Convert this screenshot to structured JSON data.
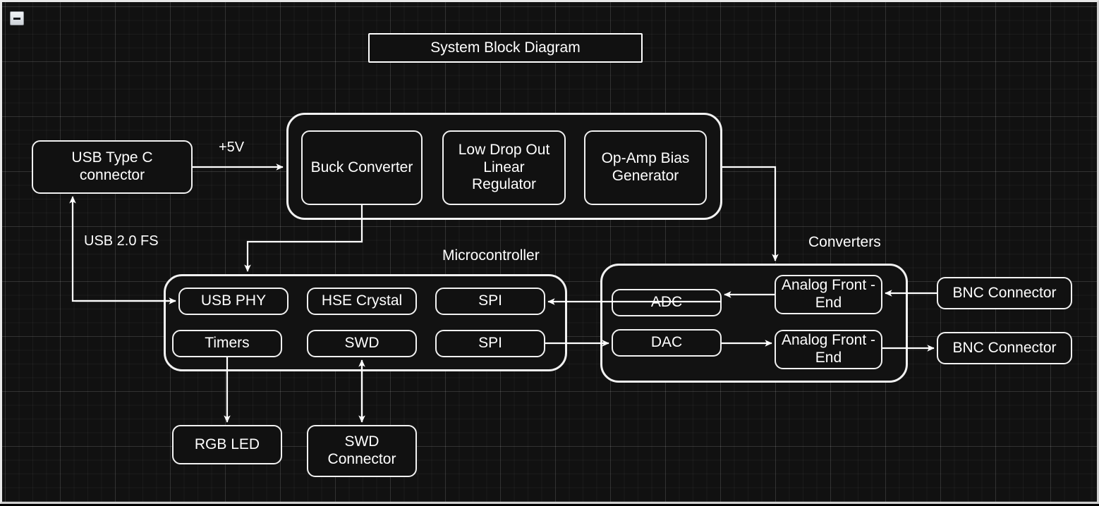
{
  "window": {
    "collapse_button": "minus-icon"
  },
  "diagram": {
    "title": "System Block Diagram",
    "groups": [
      {
        "id": "power",
        "label": ""
      },
      {
        "id": "microcontroller",
        "label": "Microcontroller"
      },
      {
        "id": "converters",
        "label": "Converters"
      }
    ],
    "nodes": {
      "usb_type_c": "USB Type C\nconnector",
      "buck_converter": "Buck Converter",
      "ldo": "Low Drop Out\nLinear\nRegulator",
      "opamp_bias": "Op-Amp Bias\nGenerator",
      "usb_phy": "USB  PHY",
      "hse_crystal": "HSE Crystal",
      "spi_top": "SPI",
      "timers": "Timers",
      "swd": "SWD",
      "spi_bottom": "SPI",
      "adc": "ADC",
      "dac": "DAC",
      "afe_top": "Analog Front -\nEnd",
      "afe_bottom": "Analog Front -\nEnd",
      "bnc_top": "BNC Connector",
      "bnc_bottom": "BNC Connector",
      "rgb_led": "RGB LED",
      "swd_connector": "SWD\nConnector"
    },
    "edge_labels": {
      "plus5v": "+5V",
      "usb20fs": "USB 2.0 FS"
    },
    "colors": {
      "background": "#111111",
      "grid_major": "#2b2b2b",
      "grid_minor": "#1c1c1c",
      "stroke": "#f2f2f2",
      "text": "#ffffff"
    }
  }
}
